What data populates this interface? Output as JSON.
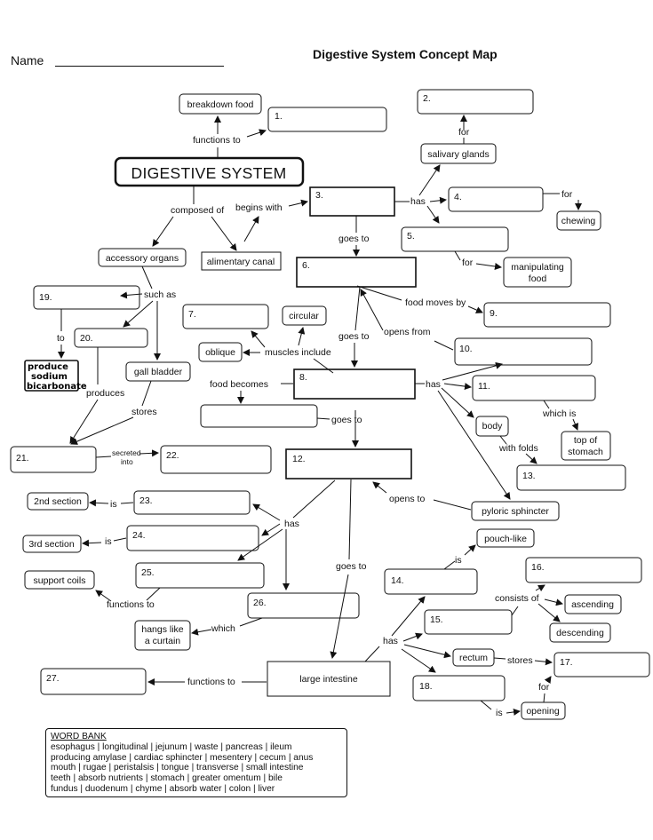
{
  "header": {
    "name_label": "Name",
    "title": "Digestive System Concept Map"
  },
  "main_box": "DIGESTIVE SYSTEM",
  "boxes": {
    "breakdown_food": "breakdown food",
    "salivary_glands": "salivary glands",
    "chewing": "chewing",
    "manipulating_food_1": "manipulating",
    "manipulating_food_2": "food",
    "accessory_organs": "accessory organs",
    "alimentary_canal": "alimentary canal",
    "circular": "circular",
    "oblique": "oblique",
    "gall_bladder": "gall bladder",
    "body": "body",
    "top_of_stomach_1": "top of",
    "top_of_stomach_2": "stomach",
    "pyloric_sphincter": "pyloric sphincter",
    "second_section": "2nd section",
    "third_section": "3rd section",
    "support_coils": "support coils",
    "pouch_like": "pouch-like",
    "ascending": "ascending",
    "descending": "descending",
    "hangs_like_1": "hangs like",
    "hangs_like_2": "a curtain",
    "rectum": "rectum",
    "large_intestine": "large intestine",
    "opening": "opening"
  },
  "handwritten": [
    "produce",
    "sodium",
    "bicarbonate"
  ],
  "numbers": [
    "1.",
    "2.",
    "3.",
    "4.",
    "5.",
    "6.",
    "7.",
    "8.",
    "9.",
    "10.",
    "11.",
    "12.",
    "13.",
    "14.",
    "15.",
    "16.",
    "17.",
    "18.",
    "19.",
    "20.",
    "21.",
    "22.",
    "23.",
    "24.",
    "25.",
    "26.",
    "27."
  ],
  "links": {
    "functions_to": "functions to",
    "for": "for",
    "composed_of": "composed of",
    "begins_with": "begins with",
    "has": "has",
    "goes_to": "goes to",
    "such_as": "such as",
    "to": "to",
    "food_moves_by": "food moves by",
    "opens_from": "opens from",
    "muscles_include": "muscles include",
    "food_becomes": "food becomes",
    "produces": "produces",
    "stores": "stores",
    "which_is": "which is",
    "with_folds": "with folds",
    "secreted": "secreted",
    "into": "into",
    "opens_to": "opens to",
    "is": "is",
    "consists_of": "consists of",
    "which": "which"
  },
  "word_bank": {
    "title": "WORD BANK",
    "lines": [
      "esophagus | longitudinal | jejunum | waste | pancreas | ileum",
      "producing amylase | cardiac sphincter | mesentery | cecum | anus",
      "mouth | rugae | peristalsis | tongue | transverse | small intestine",
      "teeth | absorb nutrients | stomach | greater omentum | bile",
      "fundus | duodenum | chyme | absorb water | colon | liver"
    ]
  }
}
